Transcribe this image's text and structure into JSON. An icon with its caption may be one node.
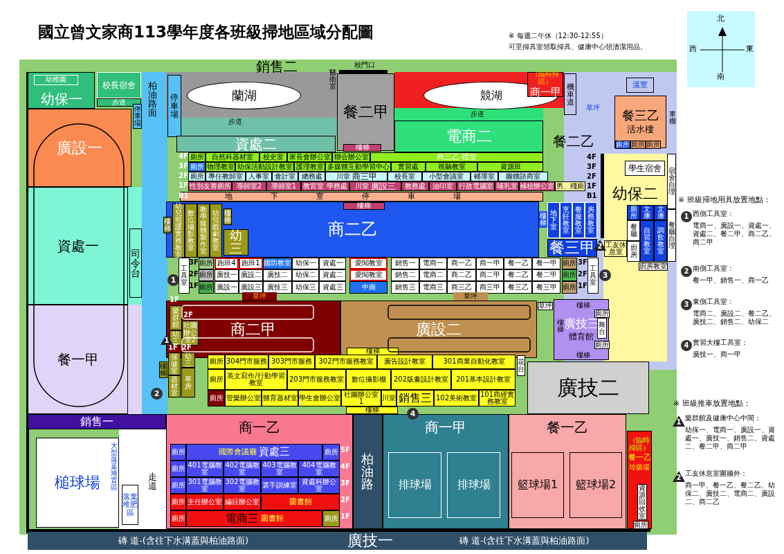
{
  "diagram": {
    "title": "國立曾文家商113學年度各班級掃地區域分配圖",
    "nodes": [
      {
        "text": [
          "銷售二"
        ]
      },
      {
        "text": [
          "校門口"
        ]
      },
      {
        "text": [
          "幼保一"
        ]
      },
      {
        "text": [
          "幼稚園"
        ],
        "in": 2
      },
      {
        "text": [
          "校長宿舍"
        ]
      },
      {
        "text": [
          "步道"
        ]
      },
      {
        "text": [
          "停車場"
        ]
      },
      {
        "text": [
          "廣設一"
        ]
      },
      {
        "text": [
          "資處一"
        ]
      },
      {
        "text": [
          "餐一甲"
        ]
      },
      {
        "text": [
          "司令台"
        ]
      },
      {
        "text": [
          "柏油路面"
        ]
      },
      {
        "text": [
          "停車場"
        ]
      },
      {
        "text": [
          "蘭湖"
        ]
      },
      {
        "text": [
          "醫衛室"
        ]
      },
      {
        "text": [
          "步道"
        ]
      },
      {
        "text": [
          "資處二"
        ]
      },
      {
        "text": [
          "餐二甲"
        ]
      },
      {
        "text": [
          "競湖"
        ]
      },
      {
        "text": [
          "（臨時掃區）",
          "商一甲"
        ]
      },
      {
        "text": [
          "步道"
        ]
      },
      {
        "text": [
          "電商二"
        ]
      },
      {
        "text": [
          "機車道"
        ]
      },
      {
        "text": [
          "草坪"
        ]
      },
      {
        "text": [
          "溫室"
        ]
      },
      {
        "text": [
          "餐三乙",
          "活水樓"
        ]
      },
      {
        "text": [
          "廁所"
        ],
        "in": 25
      },
      {
        "text": [
          "廁所"
        ],
        "in": 25
      },
      {
        "text": [
          "廁所"
        ],
        "in": 25
      },
      {
        "text": [
          "車棚"
        ]
      },
      {
        "text": [
          "餐二乙"
        ]
      },
      {
        "text": [
          "學生宿舍"
        ]
      },
      {
        "text": [
          "幼保二"
        ]
      },
      {
        "text": [
          "宿舍自理"
        ]
      },
      {
        "text": [
          "餐廳自理"
        ]
      },
      {
        "text": [
          "廁所"
        ]
      },
      {
        "text": [
          "文康"
        ]
      },
      {
        "text": [
          "文康"
        ]
      },
      {
        "text": [
          "餐廳"
        ]
      },
      {
        "text": [
          "自習教室"
        ]
      },
      {
        "text": [
          "調飲教室"
        ]
      },
      {
        "text": [
          "廚房"
        ]
      },
      {
        "text": [
          "廚房教室"
        ]
      },
      {
        "text": [
          "工友休息室"
        ]
      },
      {
        "text": [
          "廁所"
        ]
      },
      {
        "text": [
          "自然科器材室"
        ]
      },
      {
        "text": [
          "校史室"
        ]
      },
      {
        "text": [
          "家長會辦公室"
        ]
      },
      {
        "text": [
          "聯合辦公室"
        ]
      },
      {
        "text": [
          "商三乙",
          "禮堂"
        ]
      },
      {
        "text": [
          "廁所"
        ]
      },
      {
        "text": [
          "物理教室"
        ]
      },
      {
        "text": [
          "幼保活動設計教室"
        ]
      },
      {
        "text": [
          "護理教室"
        ]
      },
      {
        "text": [
          "多媒體互動學習中心"
        ]
      },
      {
        "text": [
          "實習處"
        ]
      },
      {
        "text": [
          "視聽教室"
        ]
      },
      {
        "text": [
          "資源班"
        ]
      },
      {
        "text": [
          "廁所"
        ]
      },
      {
        "text": [
          "專任教師室"
        ]
      },
      {
        "text": [
          "人事室"
        ]
      },
      {
        "text": [
          "會計室"
        ]
      },
      {
        "text": [
          "總務處"
        ]
      },
      {
        "text": [
          "川堂",
          "商三甲"
        ]
      },
      {
        "text": [
          "校長室"
        ]
      },
      {
        "text": [
          "小型會議室"
        ]
      },
      {
        "text": [
          "輔導室"
        ]
      },
      {
        "text": [
          "團體諮商室"
        ]
      },
      {
        "text": [
          "性別友善廁所"
        ]
      },
      {
        "text": [
          "導師室2"
        ]
      },
      {
        "text": [
          "導師室1"
        ]
      },
      {
        "text": [
          "教官室 學務處"
        ]
      },
      {
        "text": [
          "川堂",
          "廣設三"
        ]
      },
      {
        "text": [
          "教務處"
        ]
      },
      {
        "text": [
          "油印室"
        ]
      },
      {
        "text": [
          "行政電腦室"
        ]
      },
      {
        "text": [
          "哺乳室"
        ]
      },
      {
        "text": [
          "補校辦公室"
        ]
      },
      {
        "text": [
          "男、殘廁"
        ]
      },
      {
        "text": [
          "樓梯"
        ],
        "in": 17
      },
      {
        "text": [
          "地下室停車場"
        ]
      },
      {
        "text": [
          "樓梯"
        ],
        "in": 82
      },
      {
        "text": [
          "商二乙"
        ]
      },
      {
        "text": [
          "幼兒照護實務教室"
        ],
        "in": 82
      },
      {
        "text": [
          "數位攝影教室"
        ],
        "in": 82
      },
      {
        "text": [
          "教學媒體製作室"
        ],
        "in": 82
      },
      {
        "text": [
          "幼兒戲劇教室"
        ],
        "in": 82
      },
      {
        "text": [
          "幼三"
        ],
        "in": 82
      },
      {
        "text": [
          "樓梯"
        ]
      },
      {
        "text": [
          "樓梯"
        ],
        "in": 82
      },
      {
        "text": [
          "樓梯"
        ]
      },
      {
        "text": [
          "地下室"
        ]
      },
      {
        "text": [
          "烹飪教室"
        ]
      },
      {
        "text": [
          "餐服教室"
        ]
      },
      {
        "text": [
          "房務教室"
        ]
      },
      {
        "text": [
          "餐三甲"
        ]
      },
      {
        "text": [
          "工具室"
        ]
      },
      {
        "text": [
          "廁所"
        ]
      },
      {
        "text": [
          "廁所"
        ]
      },
      {
        "text": [
          "廁所"
        ]
      },
      {
        "text": [
          "跑班4"
        ]
      },
      {
        "text": [
          "跑班1"
        ]
      },
      {
        "text": [
          "國防教室"
        ]
      },
      {
        "text": [
          "幼保一"
        ]
      },
      {
        "text": [
          "資處一"
        ]
      },
      {
        "text": [
          "愛閱教室"
        ]
      },
      {
        "text": [
          "銷售一"
        ]
      },
      {
        "text": [
          "電商一"
        ]
      },
      {
        "text": [
          "商一乙"
        ]
      },
      {
        "text": [
          "商一甲"
        ]
      },
      {
        "text": [
          "餐一乙"
        ]
      },
      {
        "text": [
          "餐一甲"
        ]
      },
      {
        "text": [
          "廣技一"
        ]
      },
      {
        "text": [
          "廣設二"
        ]
      },
      {
        "text": [
          "廣技二"
        ]
      },
      {
        "text": [
          "幼保二"
        ]
      },
      {
        "text": [
          "資處二"
        ]
      },
      {
        "text": [
          "愛閱教室"
        ]
      },
      {
        "text": [
          "銷售二"
        ]
      },
      {
        "text": [
          "電商二"
        ]
      },
      {
        "text": [
          "商二乙"
        ]
      },
      {
        "text": [
          "商二甲"
        ]
      },
      {
        "text": [
          "餐二乙"
        ]
      },
      {
        "text": [
          "餐二甲"
        ]
      },
      {
        "text": [
          "廣設一"
        ]
      },
      {
        "text": [
          "廣設三"
        ]
      },
      {
        "text": [
          "廣技三"
        ]
      },
      {
        "text": [
          "幼保三"
        ]
      },
      {
        "text": [
          "資處三"
        ]
      },
      {
        "text": [
          "中廊"
        ]
      },
      {
        "text": [
          "銷售三"
        ]
      },
      {
        "text": [
          "電商三"
        ]
      },
      {
        "text": [
          "商三乙"
        ]
      },
      {
        "text": [
          "商三甲"
        ]
      },
      {
        "text": [
          "餐三乙"
        ]
      },
      {
        "text": [
          "餐三甲"
        ]
      },
      {
        "text": [
          "廁所"
        ]
      },
      {
        "text": [
          "廁所"
        ]
      },
      {
        "text": [
          "廁所"
        ]
      },
      {
        "text": [
          "工具室"
        ]
      },
      {
        "text": [
          "草坪"
        ]
      },
      {
        "text": [
          "草坪"
        ]
      },
      {
        "text": [
          "商二甲"
        ]
      },
      {
        "text": [
          "廣設二"
        ]
      },
      {
        "text": [
          "廣技三",
          "體育館"
        ]
      },
      {
        "text": [
          "樓梯"
        ],
        "in": 144
      },
      {
        "text": [
          "樓梯"
        ],
        "in": 144
      },
      {
        "text": [
          "樓梯"
        ],
        "in": 144
      },
      {
        "text": [
          "舞台"
        ],
        "in": 144
      },
      {
        "text": [
          "廁所"
        ],
        "in": 144
      },
      {
        "text": [
          "廁所"
        ],
        "in": 144
      },
      {
        "text": [
          "草坪"
        ]
      },
      {
        "text": [
          "樂群館"
        ],
        "in": 142
      },
      {
        "text": [
          "幼三"
        ],
        "in": 142
      },
      {
        "text": [
          "社團辦公室2"
        ],
        "in": 142
      },
      {
        "text": [
          "保健室"
        ]
      },
      {
        "text": [
          "器材室"
        ]
      },
      {
        "text": [
          "琴房"
        ]
      },
      {
        "text": [
          "幼三"
        ]
      },
      {
        "text": [
          "樓梯"
        ]
      },
      {
        "text": [
          "廁所"
        ]
      },
      {
        "text": [
          "304門市服務"
        ]
      },
      {
        "text": [
          "303門市服務"
        ]
      },
      {
        "text": [
          "302門市服務教室"
        ]
      },
      {
        "text": [
          "廣告設計教室"
        ]
      },
      {
        "text": [
          "301商業自動化教室"
        ]
      },
      {
        "text": [
          "廁所"
        ]
      },
      {
        "text": [
          "英文寫作/行動學習教室"
        ]
      },
      {
        "text": [
          "203門市服務教室"
        ]
      },
      {
        "text": [
          "數位攝影棚"
        ]
      },
      {
        "text": [
          "202版畫設計教室"
        ]
      },
      {
        "text": [
          "201基本設計教室"
        ]
      },
      {
        "text": [
          "廁所"
        ]
      },
      {
        "text": [
          "管樂辦公室"
        ]
      },
      {
        "text": [
          "體育器材室"
        ]
      },
      {
        "text": [
          "學生會辦公室"
        ]
      },
      {
        "text": [
          "社團辦公室1"
        ]
      },
      {
        "text": [
          "川堂"
        ]
      },
      {
        "text": [
          "銷售三"
        ]
      },
      {
        "text": [
          "102美術教室"
        ]
      },
      {
        "text": [
          "101商經實務教室"
        ]
      },
      {
        "text": [
          "樓梯"
        ],
        "in": 143
      },
      {
        "text": [
          "樓梯"
        ]
      },
      {
        "text": [
          "花台"
        ]
      },
      {
        "text": [
          "廣技二"
        ]
      },
      {
        "text": [
          "銷售一"
        ]
      },
      {
        "text": [
          "商一乙"
        ]
      },
      {
        "text": [
          "柏油路"
        ]
      },
      {
        "text": [
          "商一甲"
        ]
      },
      {
        "text": [
          "排球場"
        ],
        "in": 188
      },
      {
        "text": [
          "排球場"
        ],
        "in": 188
      },
      {
        "text": [
          "餐一乙"
        ]
      },
      {
        "text": [
          "籃球場1"
        ],
        "in": 191
      },
      {
        "text": [
          "籃球場2"
        ],
        "in": 191
      },
      {
        "text": [
          "（臨時掃區）",
          "餐一乙",
          "垃圾場"
        ]
      },
      {
        "text": [
          "資源回收室"
        ],
        "in": 194
      },
      {
        "text": [
          "廁所"
        ],
        "in": 194
      },
      {
        "text": [
          "槌球場"
        ]
      },
      {
        "text": [
          "大型落葉堆置區"
        ],
        "in": 197
      },
      {
        "text": [
          "落葉堆肥區"
        ]
      },
      {
        "text": [
          "走道"
        ]
      },
      {
        "text": [
          "廁所"
        ],
        "in": 186
      },
      {
        "text": [
          "國際會議廳",
          "資處三"
        ],
        "in": 186
      },
      {
        "text": [
          "廁所"
        ],
        "in": 186
      },
      {
        "text": [
          "廁所"
        ],
        "in": 186
      },
      {
        "text": [
          "401電腦教室"
        ],
        "in": 186
      },
      {
        "text": [
          "402電腦教室"
        ],
        "in": 186
      },
      {
        "text": [
          "403電腦教室"
        ],
        "in": 186
      },
      {
        "text": [
          "404電腦教室"
        ],
        "in": 186
      },
      {
        "text": [
          "廁所"
        ],
        "in": 186
      },
      {
        "text": [
          "301電腦教室"
        ],
        "in": 186
      },
      {
        "text": [
          "302電腦教室"
        ],
        "in": 186
      },
      {
        "text": [
          "選手訓練室"
        ],
        "in": 186
      },
      {
        "text": [
          "資處科辦公室"
        ],
        "in": 186
      },
      {
        "text": [
          "廁所"
        ],
        "in": 186
      },
      {
        "text": [
          "主任辦公室"
        ],
        "in": 186
      },
      {
        "text": [
          "編目辦公室"
        ],
        "in": 186
      },
      {
        "text": [
          "圖書館"
        ],
        "in": 186
      },
      {
        "text": [
          "廁所"
        ],
        "in": 186
      },
      {
        "text": [
          "電商三",
          "圖書館"
        ],
        "in": 186
      },
      {
        "text": [
          "廁所"
        ],
        "in": 186
      },
      {
        "text": [
          "磚 道-(含往下水溝蓋與柏油路面)"
        ]
      },
      {
        "text": [
          "廣技一"
        ]
      },
      {
        "text": [
          "磚 道-(含往下水溝蓋與柏油路面)"
        ]
      }
    ],
    "labels": [
      "※ 每週二午休（12:30-12:55）",
      "可至掃具室領取掃具、健康中心領清潔用品。",
      "北",
      "西",
      "東",
      "南",
      "4F",
      "3F",
      "2F",
      "1F",
      "B1",
      "4F",
      "3F",
      "2F",
      "1F",
      "B1",
      "3F",
      "2F",
      "1F",
      "3F",
      "2F",
      "1F",
      "1F",
      "2F",
      "1F",
      "2F",
      "5F",
      "4F",
      "3F",
      "2F",
      "1F",
      "1",
      "2",
      "3",
      "4",
      "1",
      "2",
      "※ 班級掃地用具放置地點：",
      "1",
      "西側工具室：",
      "電商一、廣設一、資處一、資處二、餐二甲、商二乙、商二甲",
      "2",
      "南側工具室：",
      "餐一甲、銷售一、商一乙",
      "3",
      "東側工具室：",
      "電商二、廣設二、餐二乙、廣技二、銷售二、幼保二",
      "4",
      "實習大樓工具室：",
      "廣技一、商一甲",
      "※ 班級推車放置地點：",
      "1",
      "樂群館及健康中心中間：",
      "幼保一、電商一、廣設一、資處一、廣技一、銷售二、資處二、餐二甲、商二甲",
      "2",
      "工友休息室圍牆外：",
      "商一甲、餐一乙、餐二乙、幼保二、廣技二、電商二、廣設二、商二乙"
    ]
  }
}
